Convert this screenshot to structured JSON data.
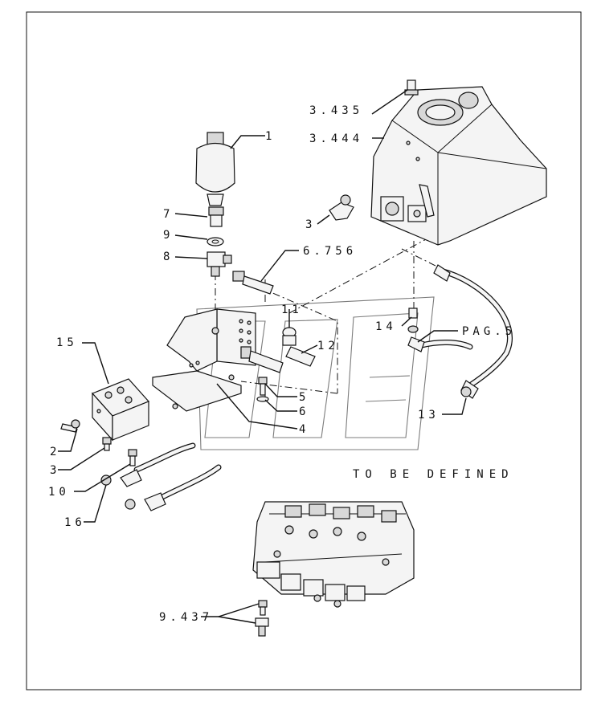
{
  "labels": {
    "l_3435": "3.435",
    "l_3444": "3.444",
    "l_1": "1",
    "l_7": "7",
    "l_9": "9",
    "l_8": "8",
    "l_3_tank": "3",
    "l_6756": "6.756",
    "l_11": "11",
    "l_12": "12",
    "l_14": "14",
    "l_pag5": "PAG.5",
    "l_15": "15",
    "l_5": "5",
    "l_6": "6",
    "l_4": "4",
    "l_13": "13",
    "l_2": "2",
    "l_3_block": "3",
    "l_10": "10",
    "l_16": "16",
    "l_9437": "9.437"
  },
  "note": "TO BE DEFINED"
}
